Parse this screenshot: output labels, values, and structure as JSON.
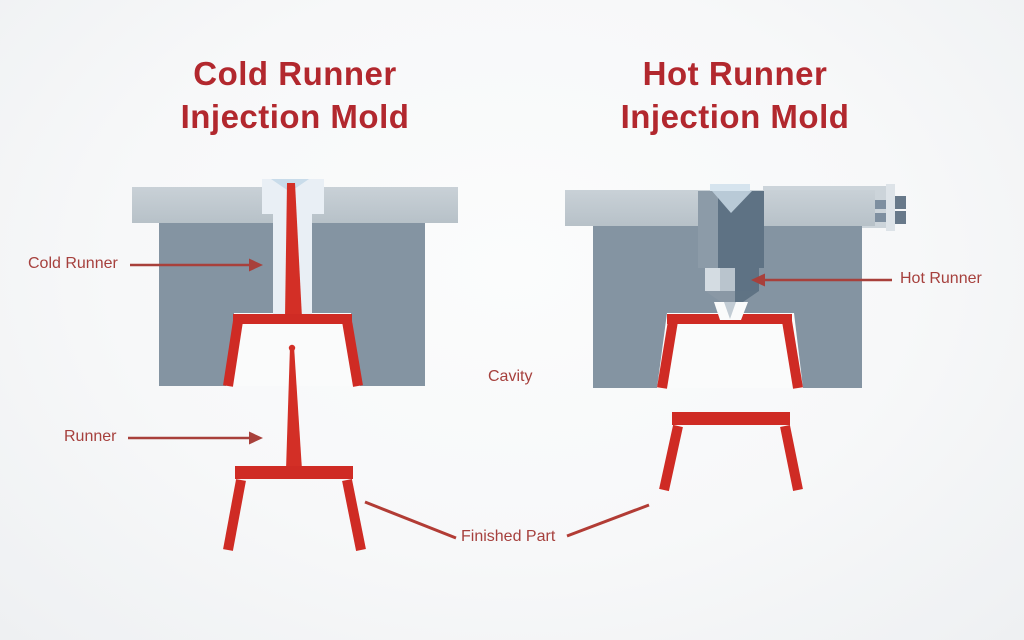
{
  "titles": {
    "cold": {
      "line1": "Cold Runner",
      "line2": "Injection Mold"
    },
    "hot": {
      "line1": "Hot Runner",
      "line2": "Injection Mold"
    }
  },
  "labels": {
    "cold_runner": "Cold Runner",
    "runner": "Runner",
    "cavity": "Cavity",
    "hot_runner": "Hot Runner",
    "finished_part": "Finished Part"
  },
  "colors": {
    "background": "#f7f8f9",
    "title_red": "#b2282e",
    "label_red": "#a6403d",
    "shape_red": "#cf2b24",
    "sprue_red": "#d32f26",
    "arrow_red": "#a8403b",
    "leader_red": "#b23c35",
    "mold_block_gray": "#8494a2",
    "mold_plate_gray": "#c0c9d0",
    "sprue_bushing_white": "#e9eff5",
    "nozzle_dark_slate": "#5e7284",
    "cavity_white": "#fafbfb"
  }
}
